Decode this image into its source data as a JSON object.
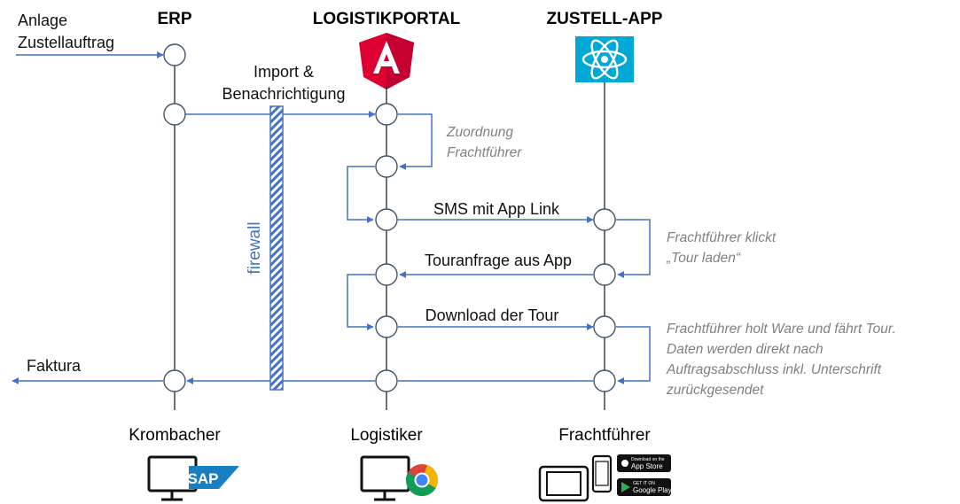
{
  "lanes": {
    "erp": "ERP",
    "portal": "LOGISTIKPORTAL",
    "app": "ZUSTELL-APP"
  },
  "actors": {
    "erp": "Krombacher",
    "portal": "Logistiker",
    "app": "Frachtführer"
  },
  "messages": {
    "anlage_line1": "Anlage",
    "anlage_line2": "Zustellauftrag",
    "import_line1": "Import &",
    "import_line2": "Benachrichtigung",
    "sms": "SMS mit App Link",
    "touranfrage": "Touranfrage aus App",
    "download": "Download der Tour",
    "faktura": "Faktura"
  },
  "notes": {
    "zuordnung_line1": "Zuordnung",
    "zuordnung_line2": "Frachtführer",
    "klickt_line1": "Frachtführer klickt",
    "klickt_line2": "„Tour laden“",
    "holt_line1": "Frachtführer holt Ware und fährt Tour.",
    "holt_line2": "Daten werden direkt nach",
    "holt_line3": "Auftragsabschluss inkl. Unterschrift",
    "holt_line4": "zurückgesendet"
  },
  "firewall": "firewall",
  "logos": {
    "sap": "SAP",
    "appstore_small": "Download on the",
    "appstore_big": "App Store",
    "googleplay_small": "GET IT ON",
    "googleplay_big": "Google Play"
  },
  "colors": {
    "arrow": "#4472C4",
    "note": "#808080",
    "angular": "#DD0031",
    "react_bg": "#00A8D6"
  },
  "icons": [
    "angular-logo",
    "react-logo",
    "monitor-icon",
    "sap-logo",
    "chrome-icon",
    "tablet-icon",
    "phone-icon",
    "app-store-badge",
    "google-play-badge"
  ]
}
